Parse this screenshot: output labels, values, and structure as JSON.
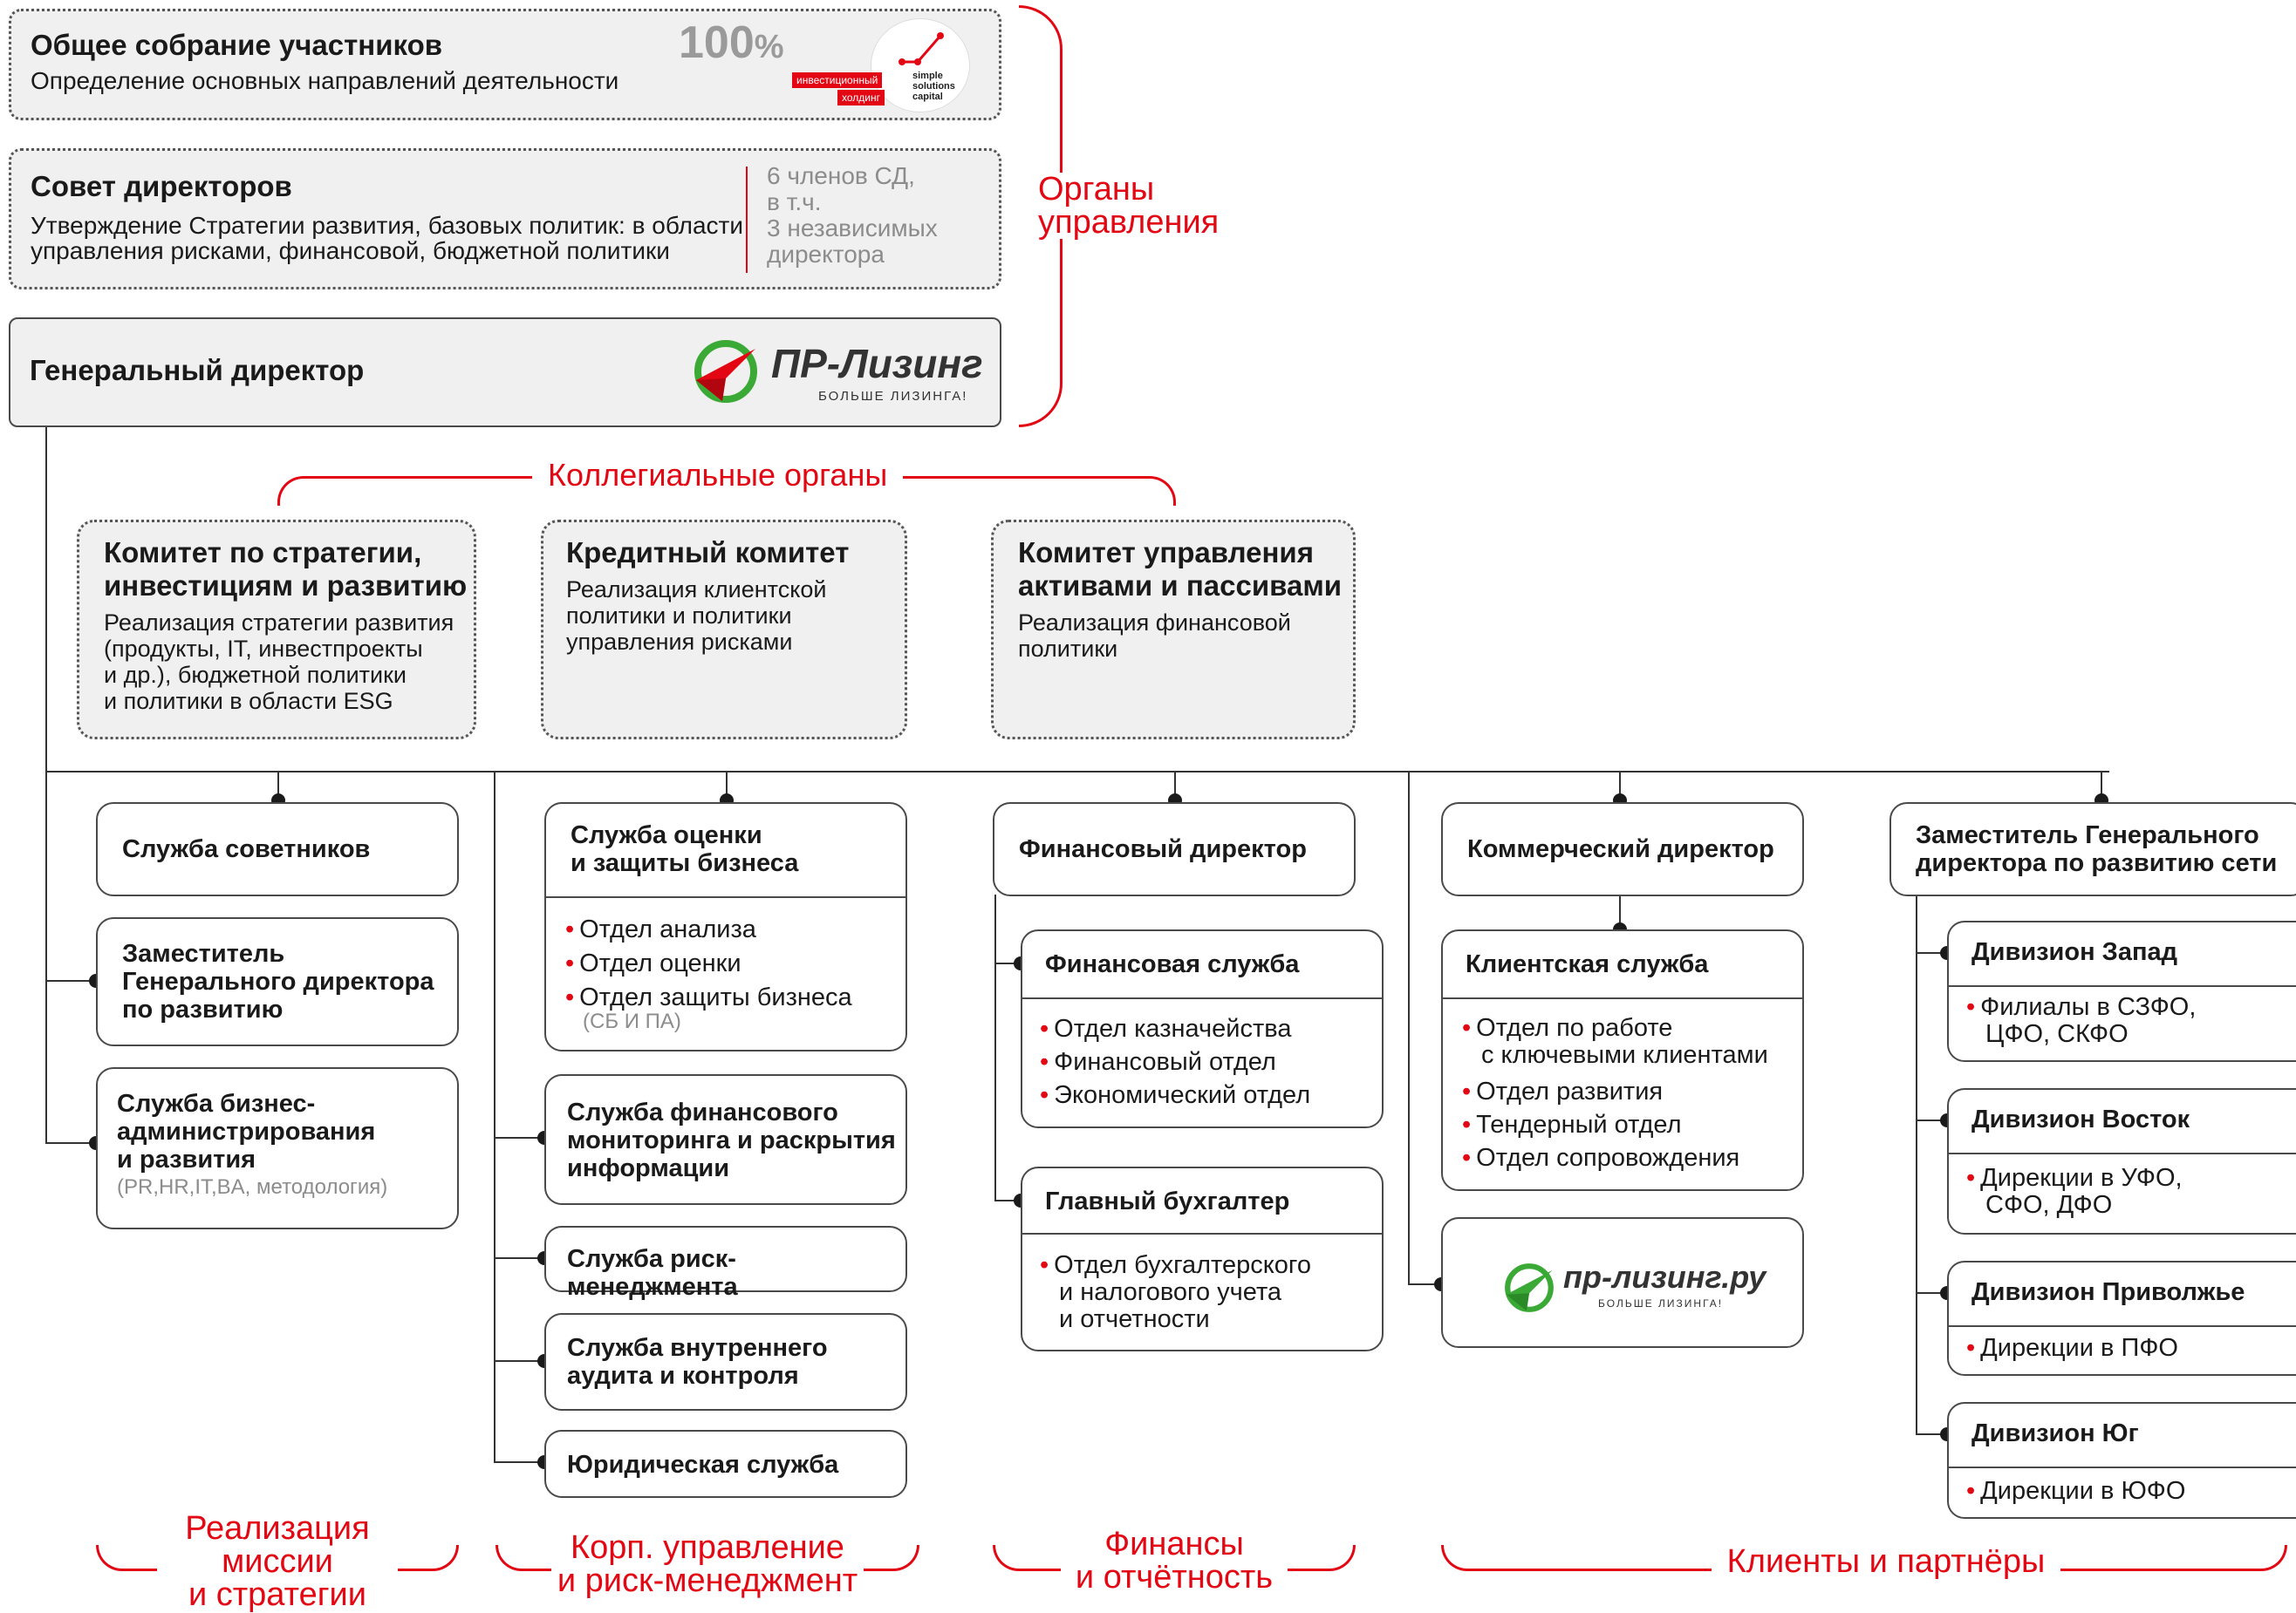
{
  "governance": {
    "meeting": {
      "title": "Общее собрание участников",
      "desc": "Определение основных направлений деятельности",
      "share": "100",
      "share_sign": "%"
    },
    "ssc_logo": {
      "tag1": "инвестиционный",
      "tag2": "холдинг",
      "line1": "simple",
      "line2": "solutions",
      "line3": "capital"
    },
    "board": {
      "title": "Совет директоров",
      "desc1": "Утверждение Стратегии развития, базовых политик: в области",
      "desc2": "управления рисками, финансовой, бюджетной политики",
      "note1": "6 членов СД,",
      "note2": "в т.ч.",
      "note3": "3 независимых",
      "note4": "директора"
    },
    "ceo": {
      "title": "Генеральный директор"
    },
    "pr_logo": {
      "name": "ПР-Лизинг",
      "slogan": "БОЛЬШЕ ЛИЗИНГА!"
    },
    "label1": "Органы",
    "label2": "управления"
  },
  "collegial": {
    "label": "Коллегиальные органы",
    "strategy": {
      "t1": "Комитет по стратегии,",
      "t2": "инвестициям и развитию",
      "d1": "Реализация стратегии развития",
      "d2": "(продукты, IT, инвестпроекты",
      "d3": "и др.), бюджетной политики",
      "d4": "и политики в области ESG"
    },
    "credit": {
      "t1": "Кредитный комитет",
      "d1": "Реализация клиентской",
      "d2": "политики и политики",
      "d3": "управления рисками"
    },
    "alco": {
      "t1": "Комитет управления",
      "t2": "активами и пассивами",
      "d1": "Реализация финансовой",
      "d2": "политики"
    }
  },
  "col1": {
    "advisors": "Служба советников",
    "deputy": {
      "l1": "Заместитель",
      "l2": "Генерального директора",
      "l3": "по развитию"
    },
    "bizadm": {
      "l1": "Служба бизнес-",
      "l2": "администрирования",
      "l3": "и развития",
      "sub": "(PR,HR,IT,BA, методология)"
    }
  },
  "col2": {
    "security": {
      "l1": "Служба оценки",
      "l2": "и защиты бизнеса",
      "i1": "Отдел анализа",
      "i2": "Отдел оценки",
      "i3": "Отдел защиты бизнеса",
      "sub": "(СБ И ПА)"
    },
    "finmon": {
      "l1": "Служба финансового",
      "l2": "мониторинга и раскрытия",
      "l3": "информации"
    },
    "risk": "Служба риск-менеджмента",
    "audit": {
      "l1": "Служба внутреннего",
      "l2": "аудита и контроля"
    },
    "legal": "Юридическая служба"
  },
  "col3": {
    "cfo": "Финансовый директор",
    "finservice": {
      "title": "Финансовая служба",
      "i1": "Отдел казначейства",
      "i2": "Финансовый отдел",
      "i3": "Экономический отдел"
    },
    "accountant": {
      "title": "Главный бухгалтер",
      "i1": "Отдел бухгалтерского",
      "i2": "и налогового учета",
      "i3": "и отчетности"
    }
  },
  "col4": {
    "cco": "Коммерческий директор",
    "client": {
      "title": "Клиентская служба",
      "i1a": "Отдел по работе",
      "i1b": "с ключевыми клиентами",
      "i2": "Отдел развития",
      "i3": "Тендерный отдел",
      "i4": "Отдел сопровождения"
    },
    "site_logo": {
      "name": "пр-лизинг.ру",
      "slogan": "БОЛЬШЕ ЛИЗИНГА!"
    }
  },
  "col5": {
    "deputy": {
      "l1": "Заместитель Генерального",
      "l2": "директора по развитию сети"
    },
    "west": {
      "title": "Дивизион Запад",
      "i1a": "Филиалы в СЗФО,",
      "i1b": "ЦФО, СКФО"
    },
    "east": {
      "title": "Дивизион Восток",
      "i1a": "Дирекции в УФО,",
      "i1b": "СФО, ДФО"
    },
    "volga": {
      "title": "Дивизион Приволжье",
      "i1": "Дирекции в ПФО"
    },
    "south": {
      "title": "Дивизион Юг",
      "i1": "Дирекции в ЮФО"
    }
  },
  "categories": {
    "mission": {
      "l1": "Реализация",
      "l2": "миссии",
      "l3": "и стратегии"
    },
    "corp": {
      "l1": "Корп. управление",
      "l2": "и риск-менеджмент"
    },
    "finance": {
      "l1": "Финансы",
      "l2": "и отчётность"
    },
    "clients": "Клиенты и партнёры"
  },
  "colors": {
    "accent": "#e30613",
    "box_grey": "#f0f0f0",
    "logo_green": "#3aa935",
    "border": "#4a4a4a"
  }
}
